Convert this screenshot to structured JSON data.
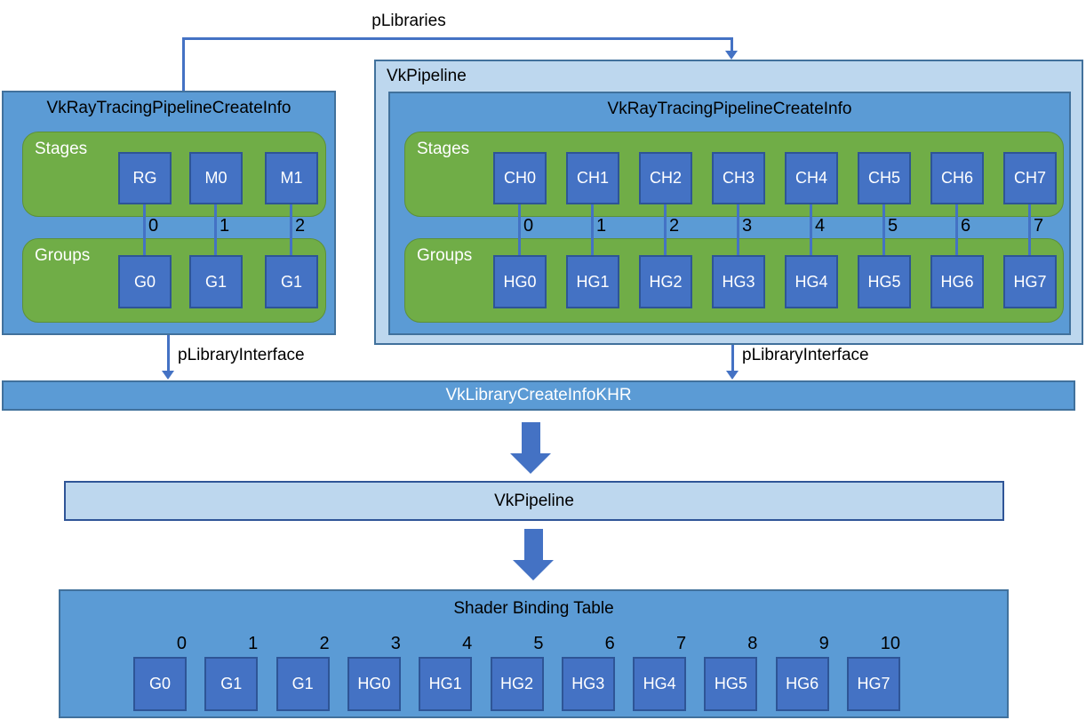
{
  "colors": {
    "medium_blue_fill": "#5B9BD5",
    "light_blue_fill": "#BDD7EE",
    "square_fill": "#4472C4",
    "green_fill": "#70AD47",
    "box_border": "#41719C",
    "square_border": "#2E5596",
    "connector": "#4472C4",
    "text_dark": "#000000",
    "text_light": "#FFFFFF"
  },
  "flow": {
    "plibraries": "pLibraries",
    "plibrary_interface_left": "pLibraryInterface",
    "plibrary_interface_right": "pLibraryInterface"
  },
  "left_pipeline": {
    "title": "VkRayTracingPipelineCreateInfo",
    "stages": {
      "label": "Stages",
      "items": [
        "RG",
        "M0",
        "M1"
      ]
    },
    "indices": [
      "0",
      "1",
      "2"
    ],
    "groups": {
      "label": "Groups",
      "items": [
        "G0",
        "G1",
        "G1"
      ]
    }
  },
  "right_pipeline": {
    "title": "VkPipeline",
    "create_info": {
      "title": "VkRayTracingPipelineCreateInfo",
      "stages": {
        "label": "Stages",
        "items": [
          "CH0",
          "CH1",
          "CH2",
          "CH3",
          "CH4",
          "CH5",
          "CH6",
          "CH7"
        ]
      },
      "indices": [
        "0",
        "1",
        "2",
        "3",
        "4",
        "5",
        "6",
        "7"
      ],
      "groups": {
        "label": "Groups",
        "items": [
          "HG0",
          "HG1",
          "HG2",
          "HG3",
          "HG4",
          "HG5",
          "HG6",
          "HG7"
        ]
      }
    }
  },
  "library_create_info": {
    "label": "VkLibraryCreateInfoKHR"
  },
  "pipeline_bar": {
    "label": "VkPipeline"
  },
  "shader_binding_table": {
    "title": "Shader Binding Table",
    "indices": [
      "0",
      "1",
      "2",
      "3",
      "4",
      "5",
      "6",
      "7",
      "8",
      "9",
      "10"
    ],
    "entries": [
      "G0",
      "G1",
      "G1",
      "HG0",
      "HG1",
      "HG2",
      "HG3",
      "HG4",
      "HG5",
      "HG6",
      "HG7"
    ]
  }
}
